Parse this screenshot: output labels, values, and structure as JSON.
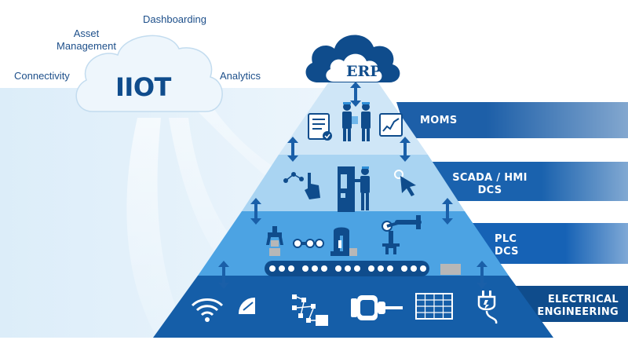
{
  "iiot_cloud": {
    "title": "IIOT",
    "terms": {
      "connectivity": "Connectivity",
      "asset_management": "Asset\nManagement",
      "dashboarding": "Dashboarding",
      "analytics": "Analytics"
    }
  },
  "erp_cloud": {
    "title": "ERP"
  },
  "layers": [
    {
      "label": "MOMS"
    },
    {
      "label": "SCADA / HMI\nDCS"
    },
    {
      "label": "PLC\nDCS"
    },
    {
      "label": "ELECTRICAL\nENGINEERING"
    }
  ],
  "colors": {
    "dark_blue": "#0f4c8c",
    "band_moms": "#1d5fa8",
    "band_scada": "#1a62ae",
    "band_plc": "#1662b5",
    "band_electrical": "#0f4c8c",
    "layer_top": "#cfe6f7",
    "layer_scada": "#a9d4f2",
    "layer_plc": "#4ca3e3",
    "layer_base": "#155ea8"
  },
  "icons": {
    "moms": [
      "checklist-icon",
      "workers-icon",
      "trend-chart-icon"
    ],
    "scada": [
      "touch-gesture-icon",
      "control-cabinet-icon",
      "operator-icon",
      "cursor-click-icon"
    ],
    "plc": [
      "gripper-icon",
      "assembly-machine-icon",
      "robot-arm-icon",
      "conveyor-belt-icon"
    ],
    "electrical": [
      "wifi-icon",
      "gauge-icon",
      "circuit-icon",
      "motor-icon",
      "grid-panel-icon",
      "power-plug-icon"
    ]
  }
}
